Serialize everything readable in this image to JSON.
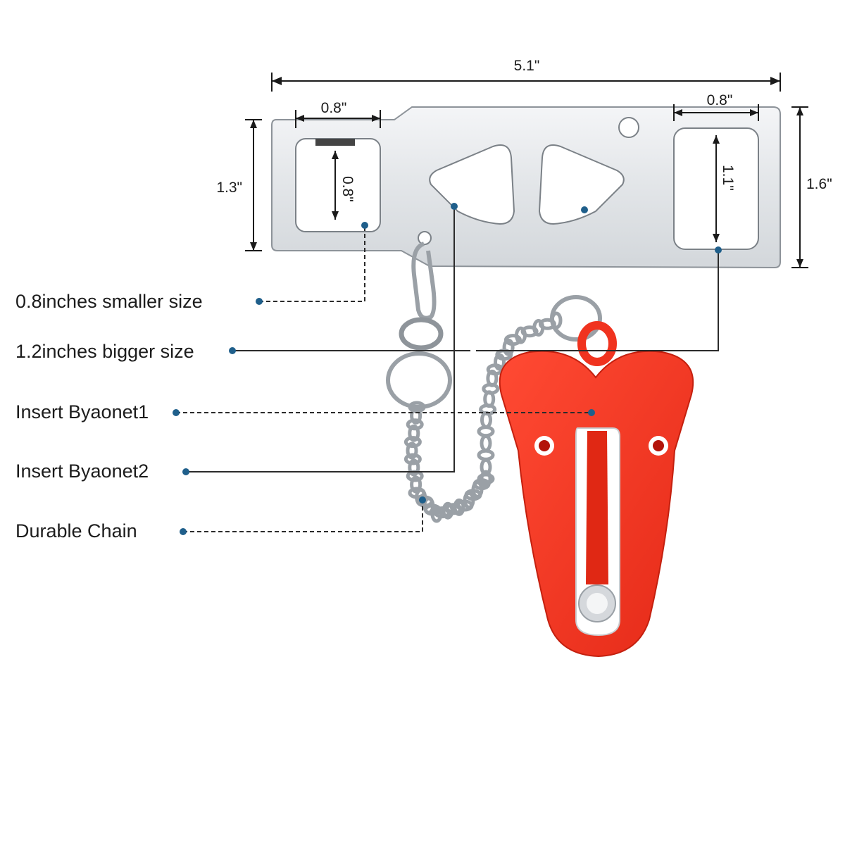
{
  "dimensions": {
    "overall_length": "5.1\"",
    "left_slot_width": "0.8\"",
    "left_slot_height": "0.8\"",
    "right_slot_width": "0.8\"",
    "right_slot_height": "1.1\"",
    "left_height": "1.3\"",
    "right_height": "1.6\""
  },
  "callouts": {
    "small_slot": "0.8inches smaller size",
    "big_slot": "1.2inches bigger size",
    "bayonet1": "Insert Byaonet1",
    "bayonet2": "Insert Byaonet2",
    "chain": "Durable Chain"
  },
  "colors": {
    "plate": "#e6e8eb",
    "plate_edge": "#8d9399",
    "lock_red": "#f0331f",
    "lock_dark_red": "#b3140a",
    "chain": "#9aa0a6",
    "callout_dot": "#1f5f8b"
  }
}
